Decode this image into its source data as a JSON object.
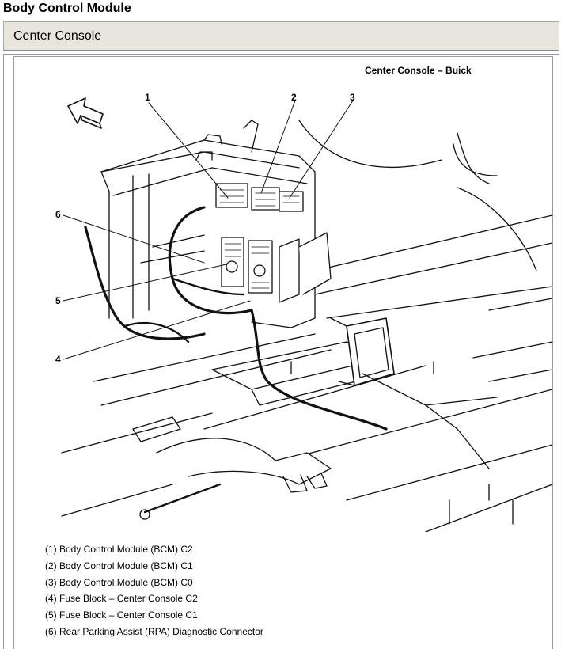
{
  "page": {
    "title": "Body Control Module",
    "section": "Center Console"
  },
  "figure": {
    "caption": "Center Console – Buick",
    "callouts": [
      "1",
      "2",
      "3",
      "4",
      "5",
      "6"
    ],
    "legend": [
      "(1) Body Control Module (BCM) C2",
      "(2) Body Control Module (BCM) C1",
      "(3) Body Control Module (BCM) C0",
      "(4) Fuse Block – Center Console C2",
      "(5) Fuse Block – Center Console C1",
      "(6) Rear Parking Assist (RPA) Diagnostic Connector"
    ]
  },
  "icons": [
    "direction-arrow-icon"
  ]
}
